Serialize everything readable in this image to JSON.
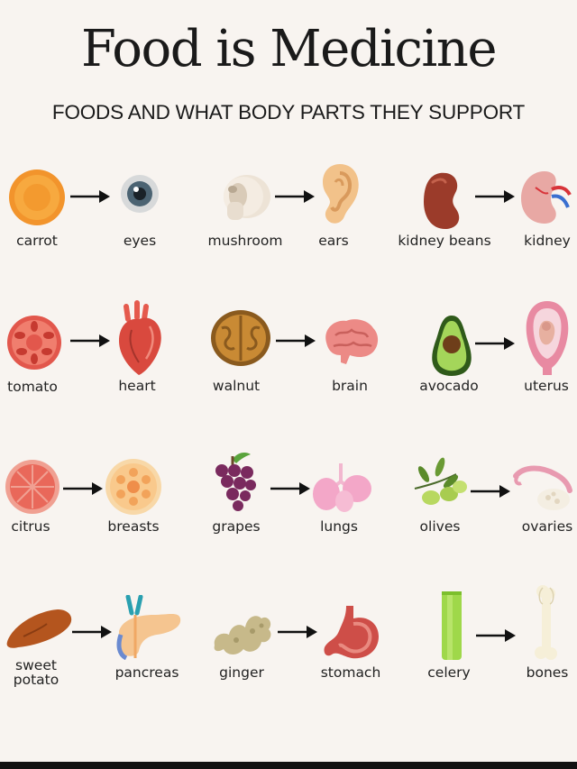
{
  "title": "Food is Medicine",
  "subtitle": "FOODS AND WHAT BODY PARTS THEY SUPPORT",
  "pairs": [
    {
      "food": "carrot",
      "food_icon": "carrot-slice-icon",
      "part": "eyes",
      "part_icon": "eye-icon"
    },
    {
      "food": "mushroom",
      "food_icon": "mushroom-icon",
      "part": "ears",
      "part_icon": "ear-icon"
    },
    {
      "food": "kidney beans",
      "food_icon": "kidney-bean-icon",
      "part": "kidney",
      "part_icon": "kidney-icon"
    },
    {
      "food": "tomato",
      "food_icon": "tomato-slice-icon",
      "part": "heart",
      "part_icon": "heart-organ-icon"
    },
    {
      "food": "walnut",
      "food_icon": "walnut-icon",
      "part": "brain",
      "part_icon": "brain-icon"
    },
    {
      "food": "avocado",
      "food_icon": "avocado-icon",
      "part": "uterus",
      "part_icon": "uterus-icon"
    },
    {
      "food": "citrus",
      "food_icon": "citrus-slice-icon",
      "part": "breasts",
      "part_icon": "breast-tissue-icon"
    },
    {
      "food": "grapes",
      "food_icon": "grapes-icon",
      "part": "lungs",
      "part_icon": "lungs-icon"
    },
    {
      "food": "olives",
      "food_icon": "olives-icon",
      "part": "ovaries",
      "part_icon": "ovaries-icon"
    },
    {
      "food": "sweet potato",
      "food_icon": "sweet-potato-icon",
      "part": "pancreas",
      "part_icon": "pancreas-icon"
    },
    {
      "food": "ginger",
      "food_icon": "ginger-icon",
      "part": "stomach",
      "part_icon": "stomach-icon"
    },
    {
      "food": "celery",
      "food_icon": "celery-icon",
      "part": "bones",
      "part_icon": "bone-icon"
    }
  ],
  "colors": {
    "background": "#f8f4f0",
    "text": "#1c1c1c",
    "arrow": "#111111"
  }
}
